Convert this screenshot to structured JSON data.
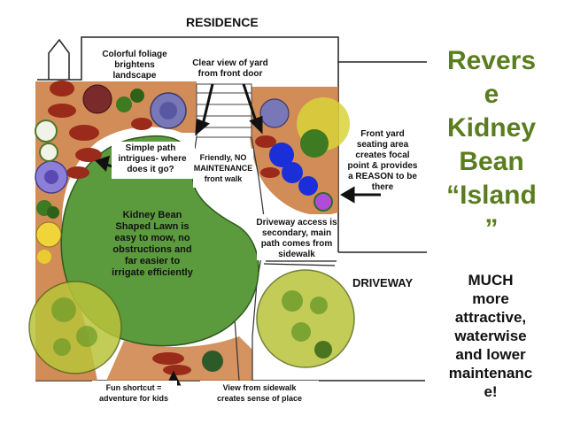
{
  "labels": {
    "residence": "RESIDENCE",
    "driveway": "DRIVEWAY",
    "foliage": [
      "Colorful foliage",
      "brightens",
      "landscape"
    ],
    "clear_view": [
      "Clear view of yard",
      "from front door"
    ],
    "simple_path": [
      "Simple path",
      "intrigues- where",
      "does it go?"
    ],
    "friendly": [
      "Friendly, NO",
      "MAINTENANCE",
      "front walk"
    ],
    "seating": [
      "Front yard",
      "seating area",
      "creates focal",
      "point & provides",
      "a REASON to be",
      "there"
    ],
    "lawn": [
      "Kidney Bean",
      "Shaped Lawn is",
      "easy to mow, no",
      "obstructions and",
      "far easier to",
      "irrigate efficiently"
    ],
    "driveway_access": [
      "Driveway access is",
      "secondary, main",
      "path comes from",
      "sidewalk"
    ],
    "shortcut": [
      "Fun shortcut =",
      "adventure for kids"
    ],
    "sidewalk_view": [
      "View from sidewalk",
      "creates sense of place"
    ]
  },
  "title_lines": [
    "Revers",
    "e",
    "Kidney",
    "Bean",
    "“Island",
    "”"
  ],
  "subtitle_lines": [
    "MUCH",
    "more",
    "attractive,",
    "waterwise",
    "and lower",
    "maintenanc",
    "e!"
  ],
  "colors": {
    "lawn": "#5c9a3e",
    "title": "#5a7d1e",
    "planting": "#b5651d",
    "shrub_red": "#9a2a1a",
    "shrub_blue": "#1a2fd8",
    "shrub_yellow": "#d8d23a",
    "tree_yellow": "#b9c43a"
  }
}
